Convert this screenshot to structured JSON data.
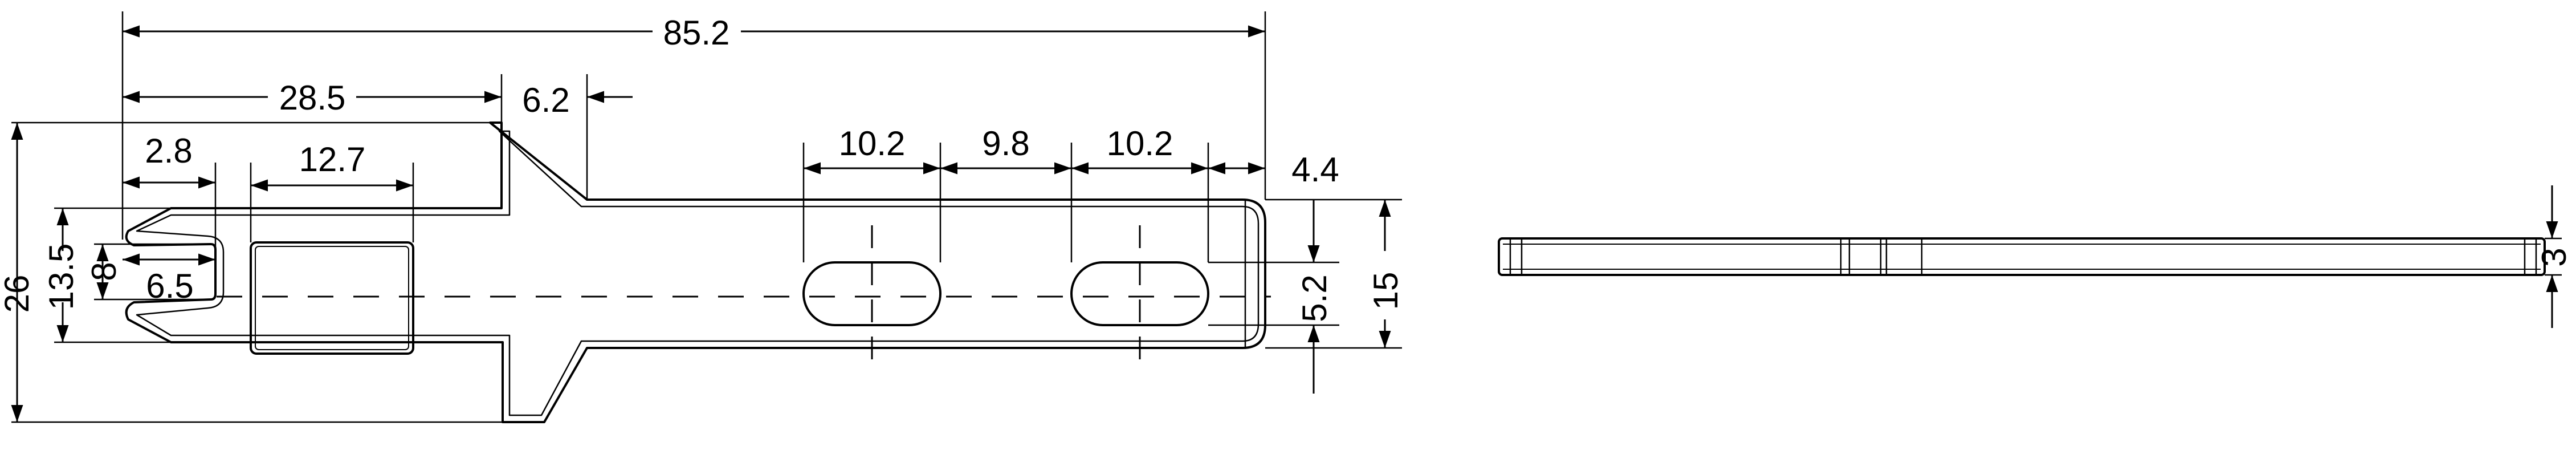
{
  "dimensions": {
    "overall_length": "85.2",
    "length_to_step": "28.5",
    "step_taper": "6.2",
    "fork_lip": "2.8",
    "window_width": "12.7",
    "slot1_width": "10.2",
    "slot_spacing": "9.8",
    "slot2_width": "10.2",
    "end_margin": "4.4",
    "overall_height": "26",
    "fork_outer_height": "13.5",
    "fork_inner_height": "8",
    "fork_depth": "6.5",
    "slot_height": "5.2",
    "body_height": "15",
    "thickness": "3"
  }
}
